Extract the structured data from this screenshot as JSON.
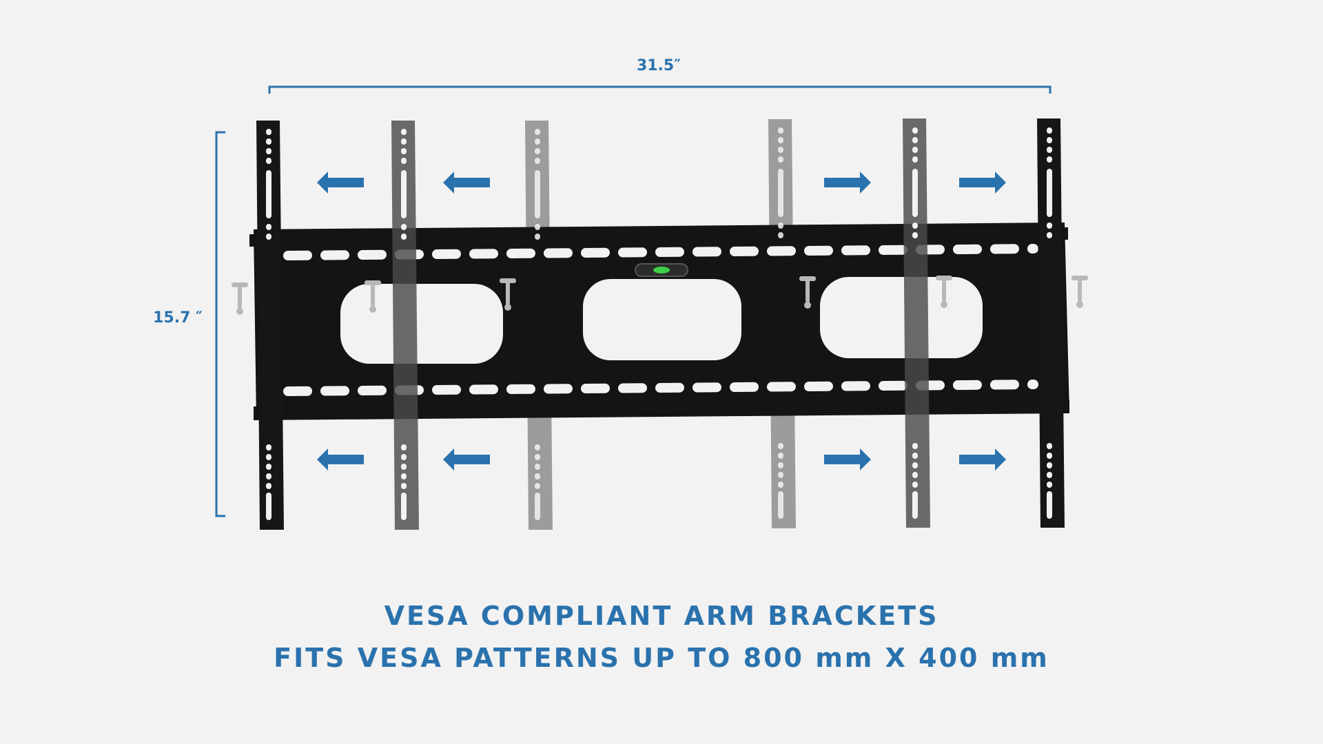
{
  "colors": {
    "background": "#f2f2f2",
    "accent": "#2a72ad",
    "plate": "#141414",
    "arm_dark": "#161616",
    "arm_mid": "#4a4a4a",
    "arm_light": "#9c9c9c",
    "hardware": "#b8b8b8",
    "level_bubble": "#3fcf4a"
  },
  "dimensions": {
    "width_label": "31.5″",
    "height_label": "15.7 ″"
  },
  "icons": {
    "arrow_left": "arrow-left-icon",
    "arrow_right": "arrow-right-icon",
    "bubble_level": "bubble-level-icon"
  },
  "captions": {
    "line1": "VESA COMPLIANT ARM BRACKETS",
    "line2": "FITS VESA PATTERNS UP TO 800 mm X 400 mm"
  }
}
